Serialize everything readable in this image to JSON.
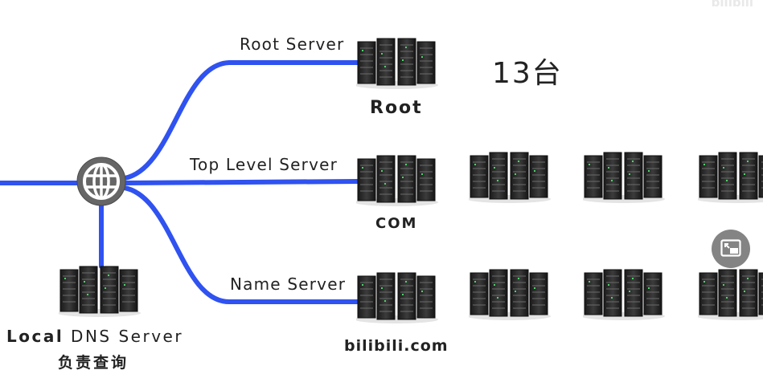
{
  "diagram": {
    "branches": {
      "root": {
        "label": "Root Server",
        "server_name": "Root",
        "count_note": "13台"
      },
      "tld": {
        "label": "Top Level Server",
        "server_name": "COM"
      },
      "name": {
        "label": "Name Server",
        "server_name": "bilibili.com"
      }
    },
    "local": {
      "title_bold": "Local",
      "title_rest": " DNS Server",
      "subtitle": "负责查询"
    },
    "colors": {
      "line": "#2f52f0",
      "server_body": "#2b2b2b",
      "hub_fill": "#666666"
    },
    "icons": {
      "hub": "globe-icon",
      "server": "server-rack-icon",
      "pip": "picture-in-picture-icon"
    },
    "watermark": "bilibili"
  }
}
